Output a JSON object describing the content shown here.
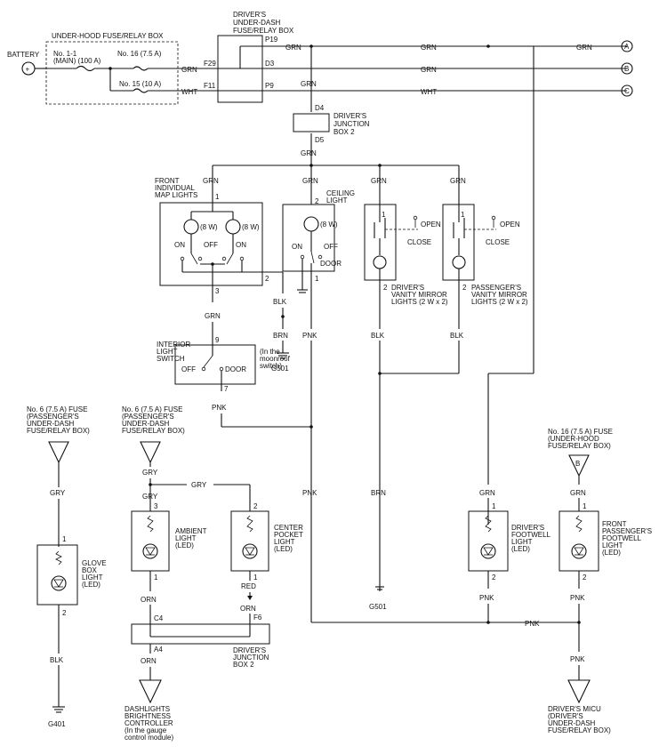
{
  "labels": {
    "battery": "BATTERY",
    "uh_box": "UNDER-HOOD FUSE/RELAY BOX",
    "fuse_main_1": "No. 1-1",
    "fuse_main_2": "(MAIN) (100 A)",
    "fuse_16": "No. 16 (7.5 A)",
    "fuse_15": "No. 15 (10 A)",
    "dud_1": "DRIVER'S",
    "dud_2": "UNDER-DASH",
    "dud_3": "FUSE/RELAY BOX",
    "djb_1": "DRIVER'S",
    "djb_2": "JUNCTION",
    "djb_3": "BOX 2",
    "fmap_1": "FRONT",
    "fmap_2": "INDIVIDUAL",
    "fmap_3": "MAP LIGHTS",
    "ceil_1": "CEILING",
    "ceil_2": "LIGHT",
    "w8": "(8 W)",
    "on": "ON",
    "off": "OFF",
    "door": "DOOR",
    "open": "OPEN",
    "close": "CLOSE",
    "dvm_1": "DRIVER'S",
    "dvm_2": "VANITY MIRROR",
    "dvm_3": "LIGHTS (2 W x 2)",
    "pvm_1": "PASSENGER'S",
    "pvm_2": "VANITY MIRROR",
    "pvm_3": "LIGHTS (2 W x 2)",
    "ils_1": "INTERIOR",
    "ils_2": "LIGHT",
    "ils_3": "SWITCH",
    "ils_4": "(In the",
    "ils_5": "moonroof",
    "ils_6": "switch)",
    "fuse6_1": "No. 6 (7.5 A) FUSE",
    "fuse6_2": "(PASSENGER'S",
    "fuse6_3": "UNDER-DASH",
    "fuse6_4": "FUSE/RELAY BOX)",
    "fuse16_1": "No. 16 (7.5 A) FUSE",
    "fuse16_2": "(UNDER-HOOD",
    "fuse16_3": "FUSE/RELAY BOX)",
    "glove_1": "GLOVE",
    "glove_2": "BOX",
    "glove_3": "LIGHT",
    "glove_4": "(LED)",
    "amb_1": "AMBIENT",
    "amb_2": "LIGHT",
    "amb_3": "(LED)",
    "cp_1": "CENTER",
    "cp_2": "POCKET",
    "cp_3": "LIGHT",
    "cp_4": "(LED)",
    "dfw_1": "DRIVER'S",
    "dfw_2": "FOOTWELL",
    "dfw_3": "LIGHT",
    "dfw_4": "(LED)",
    "pfw_1": "FRONT",
    "pfw_2": "PASSENGER'S",
    "pfw_3": "FOOTWELL",
    "pfw_4": "LIGHT",
    "pfw_5": "(LED)",
    "dbc_1": "DASHLIGHTS",
    "dbc_2": "BRIGHTNESS",
    "dbc_3": "CONTROLLER",
    "dbc_4": "(In the gauge",
    "dbc_5": "control module)",
    "micu_1": "DRIVER'S MICU",
    "micu_2": "(DRIVER'S",
    "micu_3": "UNDER-DASH",
    "micu_4": "FUSE/RELAY BOX)",
    "djb2_1": "DRIVER'S",
    "djb2_2": "JUNCTION",
    "djb2_3": "BOX 2"
  },
  "wires": {
    "grn": "GRN",
    "wht": "WHT",
    "blk": "BLK",
    "brn": "BRN",
    "pnk": "PNK",
    "gry": "GRY",
    "orn": "ORN",
    "red": "RED"
  },
  "connectors": {
    "p19": "P19",
    "d3": "D3",
    "p9": "P9",
    "f29": "F29",
    "f11": "F11",
    "d4": "D4",
    "d5": "D5",
    "c4": "C4",
    "a4": "A4",
    "f6": "F6"
  },
  "pins": {
    "p1": "1",
    "p2": "2",
    "p3": "3",
    "p7": "7",
    "p9": "9"
  },
  "grounds": {
    "g501": "G501",
    "g401": "G401"
  },
  "refs": {
    "a": "A",
    "b": "B",
    "c": "C"
  },
  "symbols": {
    "plus": "+"
  }
}
